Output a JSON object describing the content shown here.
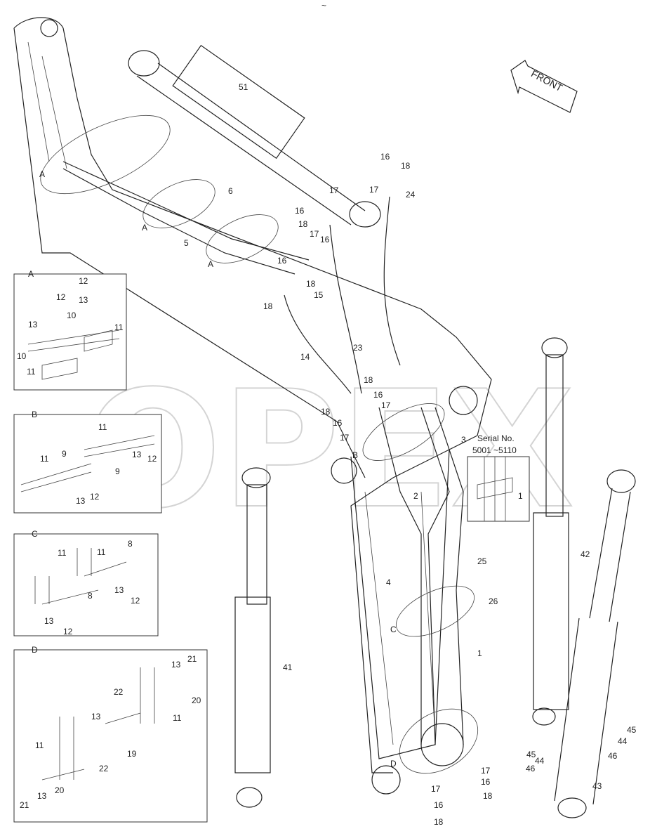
{
  "header": {
    "mark": "~"
  },
  "arrow": {
    "label": "FRONT"
  },
  "watermark": {
    "text": "OPEX"
  },
  "serial": {
    "line1": "Serial No.",
    "line2": "5001 ~5110",
    "part": "1"
  },
  "insets": {
    "A": {
      "title": "A",
      "labels": [
        "12",
        "12",
        "13",
        "13",
        "10",
        "11",
        "10",
        "11"
      ]
    },
    "B": {
      "title": "B",
      "labels": [
        "11",
        "11",
        "9",
        "9",
        "13",
        "12",
        "13",
        "12"
      ]
    },
    "C": {
      "title": "C",
      "labels": [
        "11",
        "11",
        "8",
        "8",
        "13",
        "12",
        "13",
        "12"
      ]
    },
    "D": {
      "title": "D",
      "labels": [
        "13",
        "21",
        "22",
        "20",
        "13",
        "11",
        "19",
        "22",
        "11",
        "20",
        "13",
        "21"
      ]
    }
  },
  "callouts": {
    "main": [
      "51",
      "6",
      "5",
      "A",
      "A",
      "A",
      "16",
      "18",
      "17",
      "17",
      "24",
      "16",
      "16",
      "18",
      "17",
      "18",
      "16",
      "18",
      "15",
      "14",
      "23",
      "18",
      "16",
      "17",
      "18",
      "16",
      "17",
      "3",
      "B",
      "2",
      "25",
      "4",
      "26",
      "C",
      "1",
      "42",
      "41",
      "43",
      "45",
      "44",
      "46",
      "45",
      "44",
      "46",
      "D",
      "17",
      "16",
      "18",
      "17",
      "16",
      "18"
    ]
  }
}
